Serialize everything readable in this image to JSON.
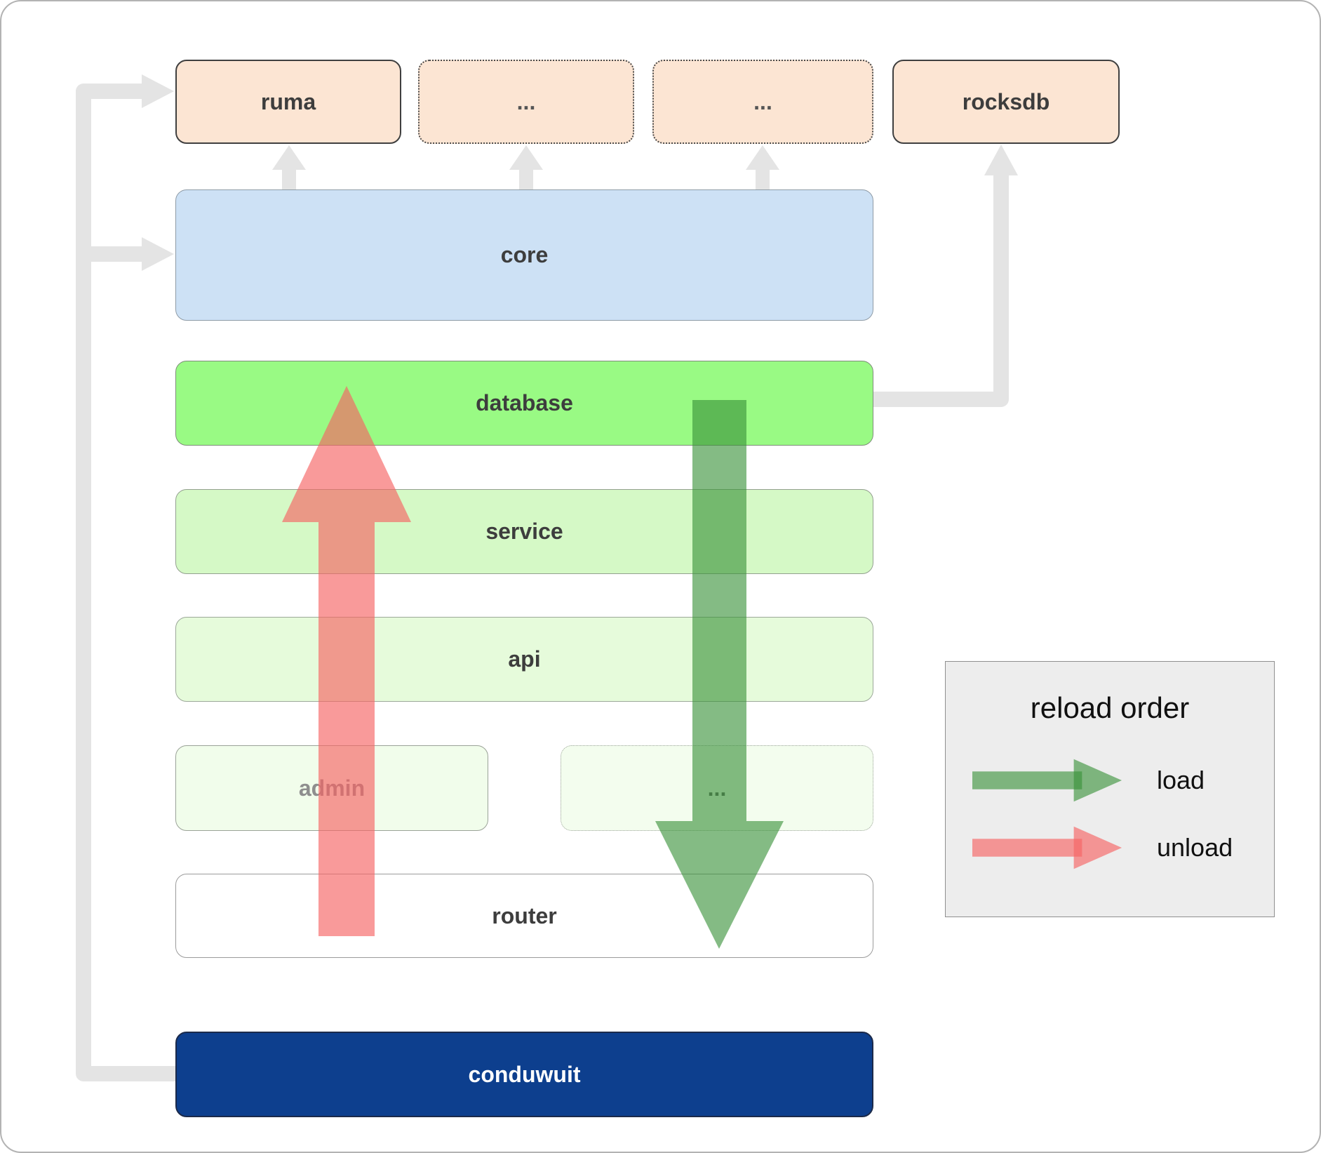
{
  "boxes": {
    "ruma": "ruma",
    "deps_more_1": "...",
    "deps_more_2": "...",
    "rocksdb": "rocksdb",
    "core": "core",
    "database": "database",
    "service": "service",
    "api": "api",
    "admin": "admin",
    "service_more": "...",
    "router": "router",
    "conduwuit": "conduwuit"
  },
  "legend": {
    "title": "reload order",
    "load_label": "load",
    "unload_label": "unload"
  },
  "colors": {
    "connector": "#e4e4e4",
    "load_arrow": "rgba(56,146,56,0.62)",
    "unload_arrow": "rgba(246,100,100,0.65)",
    "conduwuit_blue": "#0d3f8e",
    "database_green": "#99fa84",
    "dependency_peach": "#fce5d3",
    "core_blue": "#cde1f5"
  }
}
